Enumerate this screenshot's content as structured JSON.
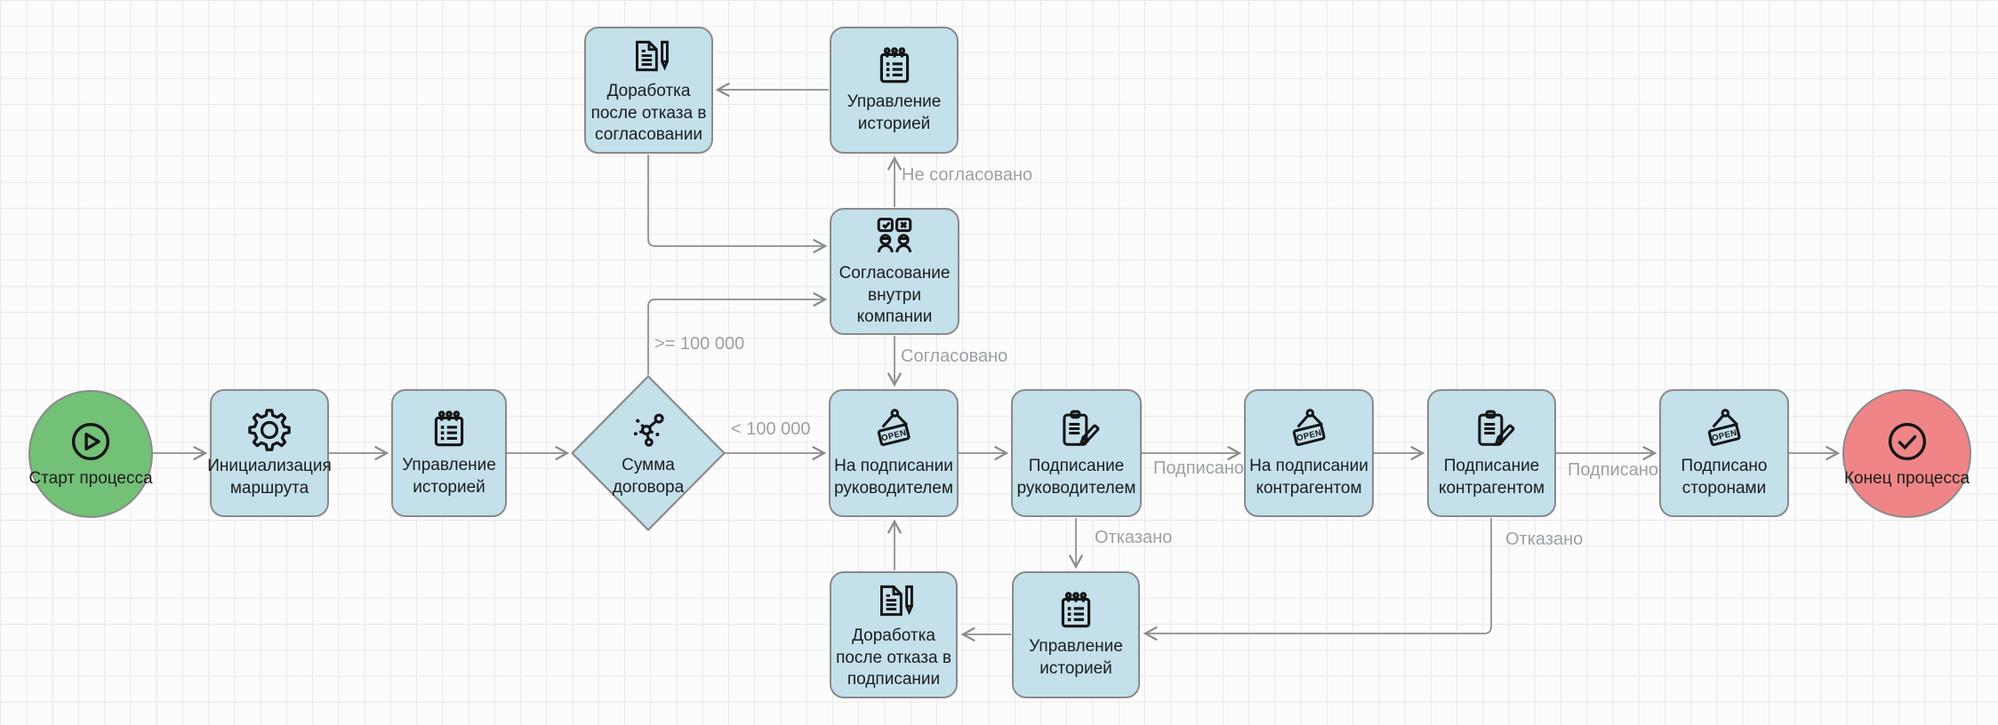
{
  "diagram": {
    "open_sign_text": "OPEN",
    "nodes": [
      {
        "id": "start",
        "label": "Старт процесса",
        "icon": "play-icon",
        "type": "start-event"
      },
      {
        "id": "route-init",
        "label": "Инициализация маршрута",
        "icon": "gear-icon",
        "type": "task"
      },
      {
        "id": "history-main",
        "label": "Управление историей",
        "icon": "notepad-list-icon",
        "type": "task"
      },
      {
        "id": "contract-amount",
        "label": "Сумма договора",
        "icon": "network-icon",
        "type": "decision"
      },
      {
        "id": "rework-approval",
        "label": "Доработка после отказа в согласовании",
        "icon": "document-pen-icon",
        "type": "task"
      },
      {
        "id": "history-top",
        "label": "Управление историей",
        "icon": "notepad-list-icon",
        "type": "task"
      },
      {
        "id": "internal-approval",
        "label": "Согласование внутри компании",
        "icon": "people-vote-icon",
        "type": "task"
      },
      {
        "id": "on-signing-head",
        "label": "На подписании руководителем",
        "icon": "open-sign-icon",
        "type": "task"
      },
      {
        "id": "signing-head",
        "label": "Подписание руководителем",
        "icon": "clipboard-pencil-icon",
        "type": "task"
      },
      {
        "id": "on-signing-counterparty",
        "label": "На подписании контрагентом",
        "icon": "open-sign-icon",
        "type": "task"
      },
      {
        "id": "signing-counterparty",
        "label": "Подписание контрагентом",
        "icon": "clipboard-pencil-icon",
        "type": "task"
      },
      {
        "id": "signed-parties",
        "label": "Подписано сторонами",
        "icon": "open-sign-icon",
        "type": "task"
      },
      {
        "id": "end",
        "label": "Конец процесса",
        "icon": "check-circle-icon",
        "type": "end-event"
      },
      {
        "id": "rework-signing",
        "label": "Доработка после отказа в подписании",
        "icon": "document-pen-icon",
        "type": "task"
      },
      {
        "id": "history-bottom",
        "label": "Управление историей",
        "icon": "notepad-list-icon",
        "type": "task"
      }
    ],
    "edge_labels": [
      {
        "id": "gte-100000",
        "text": ">= 100 000"
      },
      {
        "id": "lt-100000",
        "text": "< 100 000"
      },
      {
        "id": "not-approved",
        "text": "Не согласовано"
      },
      {
        "id": "approved",
        "text": "Согласовано"
      },
      {
        "id": "signed-by-head",
        "text": "Подписано"
      },
      {
        "id": "rejected-by-head",
        "text": "Отказано"
      },
      {
        "id": "signed-by-counterparty",
        "text": "Подписано"
      },
      {
        "id": "rejected-by-counterparty",
        "text": "Отказано"
      }
    ],
    "colors": {
      "node_fill": "#c3e0eb",
      "node_border": "#8a8a8a",
      "start_fill": "#73c077",
      "end_fill": "#ef8586",
      "edge": "#8c8c8c",
      "edge_label_text": "#9ba1a5",
      "grid_line": "#e9e9e9",
      "background": "#fcfcfc"
    }
  }
}
